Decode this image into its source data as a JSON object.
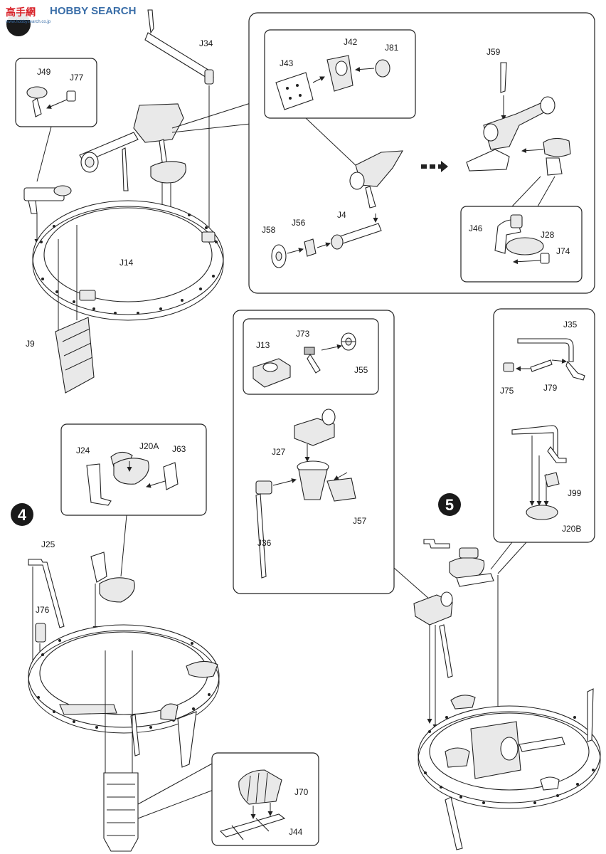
{
  "watermark": {
    "brand": "HOBBY SEARCH",
    "subtext": "www.hobbysearch.co.jp",
    "cn_text": "高手網"
  },
  "steps": {
    "step4": "4",
    "step5": "5"
  },
  "labels": {
    "J34": "J34",
    "J49": "J49",
    "J77": "J77",
    "J14": "J14",
    "J9": "J9",
    "J43": "J43",
    "J42": "J42",
    "J81": "J81",
    "J58": "J58",
    "J56": "J56",
    "J4": "J4",
    "J59": "J59",
    "J46": "J46",
    "J28": "J28",
    "J74": "J74",
    "J13": "J13",
    "J73": "J73",
    "J55": "J55",
    "J27": "J27",
    "J57": "J57",
    "J36": "J36",
    "J35": "J35",
    "J75": "J75",
    "J79": "J79",
    "J99": "J99",
    "J20B": "J20B",
    "J24": "J24",
    "J20A": "J20A",
    "J63": "J63",
    "J25": "J25",
    "J76": "J76",
    "J70": "J70",
    "J44": "J44"
  },
  "colors": {
    "line": "#222222",
    "background": "#ffffff",
    "brand_blue": "#3a6ea8",
    "cn_red": "#d8232a"
  }
}
